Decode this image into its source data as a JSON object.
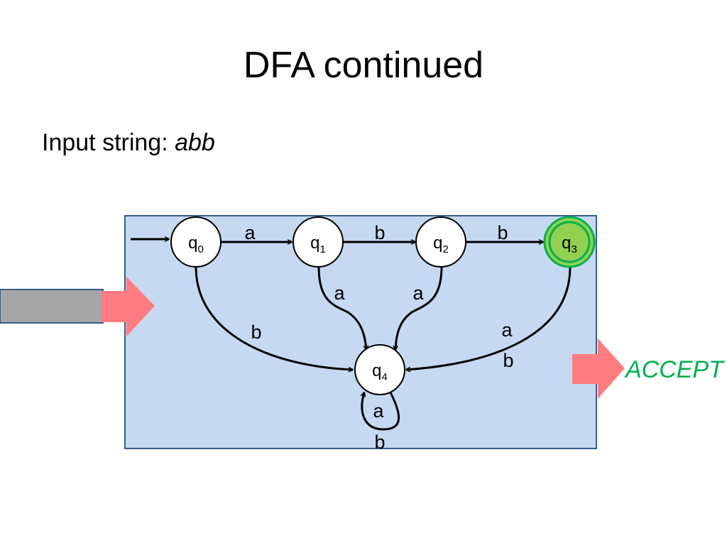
{
  "slide": {
    "title": "DFA continued",
    "input_label": "Input string: ",
    "input_value": "abb",
    "result_label": "ACCEPT"
  },
  "colors": {
    "machine_background": "#c6d9f1",
    "machine_border": "#385d8a",
    "state_fill": "#ffffff",
    "current_state_fill": "#92d050",
    "current_state_ring": "#00b050",
    "arrow_pink": "#ff7c80",
    "input_tape": "#a6a6a6",
    "accept_text": "#00b050"
  },
  "states": [
    {
      "id": "q0",
      "name": "q",
      "sub": "0",
      "start": true,
      "current": false
    },
    {
      "id": "q1",
      "name": "q",
      "sub": "1",
      "start": false,
      "current": false
    },
    {
      "id": "q2",
      "name": "q",
      "sub": "2",
      "start": false,
      "current": false
    },
    {
      "id": "q3",
      "name": "q",
      "sub": "3",
      "start": false,
      "current": true,
      "accepting": true
    },
    {
      "id": "q4",
      "name": "q",
      "sub": "4",
      "start": false,
      "current": false
    }
  ],
  "transitions": [
    {
      "from": "q0",
      "to": "q1",
      "label": "a"
    },
    {
      "from": "q1",
      "to": "q2",
      "label": "b"
    },
    {
      "from": "q2",
      "to": "q3",
      "label": "b"
    },
    {
      "from": "q0",
      "to": "q4",
      "label": "b"
    },
    {
      "from": "q1",
      "to": "q4",
      "label": "a"
    },
    {
      "from": "q2",
      "to": "q4",
      "label": "a"
    },
    {
      "from": "q3",
      "to": "q4",
      "label_top": "a",
      "label_bottom": "b"
    },
    {
      "from": "q4",
      "to": "q4",
      "label_top": "a",
      "label_bottom": "b"
    }
  ]
}
